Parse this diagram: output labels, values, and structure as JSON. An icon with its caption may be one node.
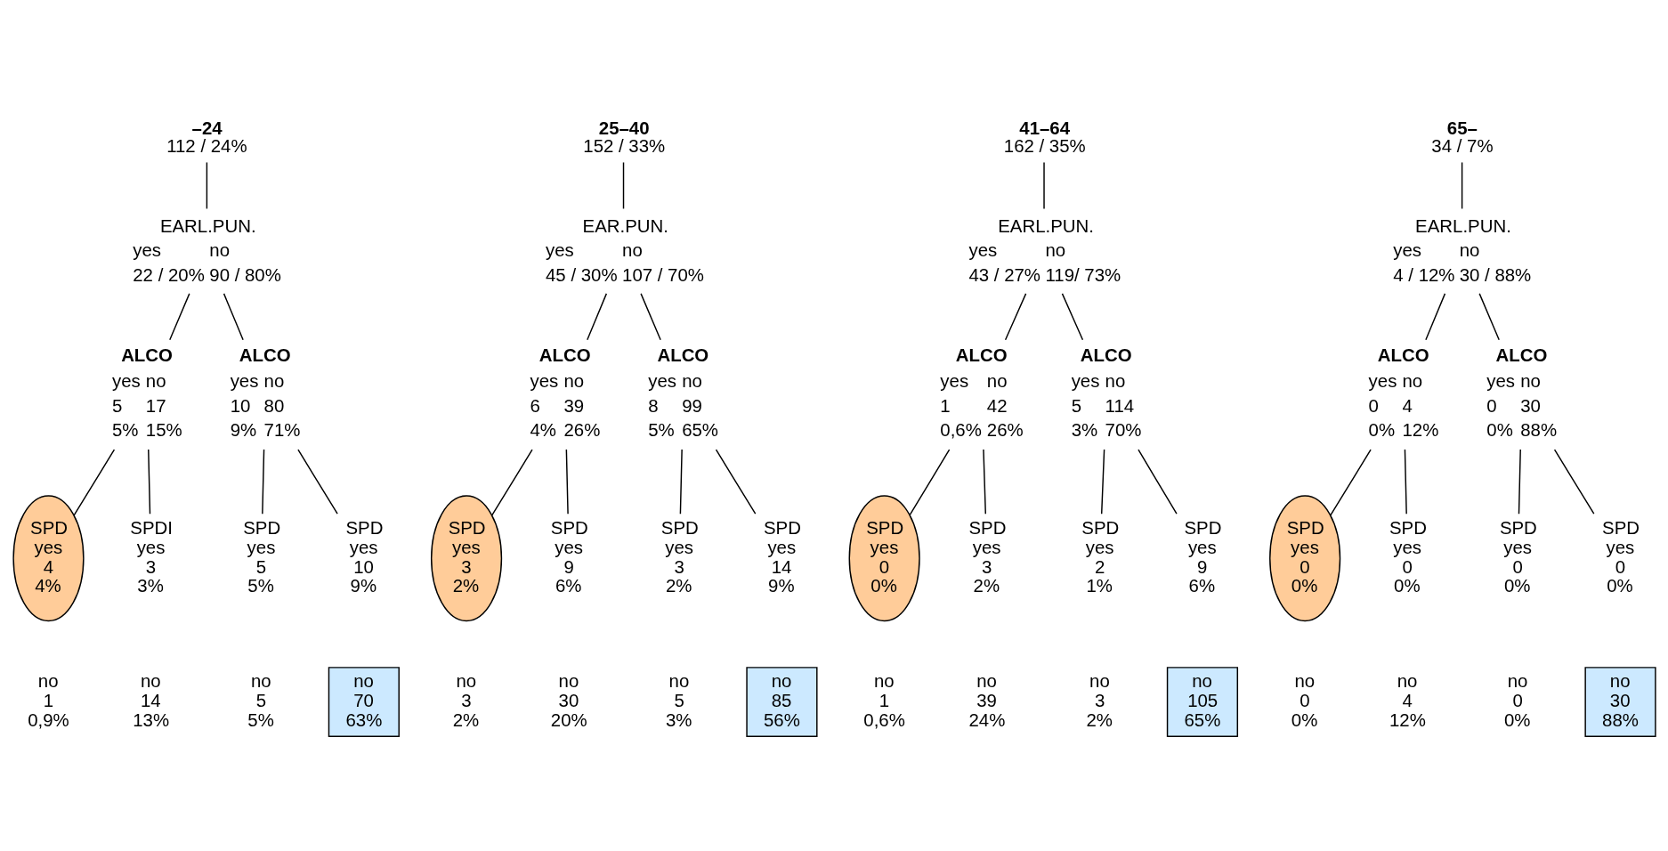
{
  "diagram": {
    "nodes": [
      {
        "text": [
          "–24",
          "112 / 24%"
        ]
      },
      {
        "text": [
          "25–40",
          "152 / 33%"
        ]
      },
      {
        "text": [
          "41–64",
          "162 / 35%"
        ]
      },
      {
        "text": [
          "65–",
          "34 / 7%"
        ]
      },
      {
        "text": [
          "EARL.PUN.",
          "yes",
          "22 / 20%",
          "no",
          "90 / 80%"
        ]
      },
      {
        "text": [
          "EAR.PUN.",
          "yes",
          "45 / 30%",
          "no",
          "107 / 70%"
        ]
      },
      {
        "text": [
          "EARL.PUN.",
          "yes",
          "43 / 27%",
          "no",
          "119/ 73%"
        ]
      },
      {
        "text": [
          "EARL.PUN.",
          "yes",
          "4 / 12%",
          "no",
          "30 / 88%"
        ]
      },
      {
        "text": [
          "ALCO",
          "yes",
          "5",
          "5%",
          "no",
          "17",
          "15%"
        ]
      },
      {
        "text": [
          "ALCO",
          "yes",
          "10",
          "9%",
          "no",
          "80",
          "71%"
        ]
      },
      {
        "text": [
          "ALCO",
          "yes",
          "6",
          "4%",
          "no",
          "39",
          "26%"
        ]
      },
      {
        "text": [
          "ALCO",
          "yes",
          "8",
          "5%",
          "no",
          "99",
          "65%"
        ]
      },
      {
        "text": [
          "ALCO",
          "yes",
          "1",
          "0,6%",
          "no",
          "42",
          "26%"
        ]
      },
      {
        "text": [
          "ALCO",
          "yes",
          "5",
          "3%",
          "no",
          "114",
          "70%"
        ]
      },
      {
        "text": [
          "ALCO",
          "yes",
          "0",
          "0%",
          "no",
          "4",
          "12%"
        ]
      },
      {
        "text": [
          "ALCO",
          "yes",
          "0",
          "0%",
          "no",
          "30",
          "88%"
        ]
      },
      {
        "text": [
          "SPD",
          "yes",
          "4",
          "4%"
        ]
      },
      {
        "text": [
          "SPDI",
          "yes",
          "3",
          "3%"
        ]
      },
      {
        "text": [
          "SPD",
          "yes",
          "5",
          "5%"
        ]
      },
      {
        "text": [
          "SPD",
          "yes",
          "10",
          "9%"
        ]
      },
      {
        "text": [
          "SPD",
          "yes",
          "3",
          "2%"
        ]
      },
      {
        "text": [
          "SPD",
          "yes",
          "9",
          "6%"
        ]
      },
      {
        "text": [
          "SPD",
          "yes",
          "3",
          "2%"
        ]
      },
      {
        "text": [
          "SPD",
          "yes",
          "14",
          "9%"
        ]
      },
      {
        "text": [
          "SPD",
          "yes",
          "0",
          "0%"
        ]
      },
      {
        "text": [
          "SPD",
          "yes",
          "3",
          "2%"
        ]
      },
      {
        "text": [
          "SPD",
          "yes",
          "2",
          "1%"
        ]
      },
      {
        "text": [
          "SPD",
          "yes",
          "9",
          "6%"
        ]
      },
      {
        "text": [
          "SPD",
          "yes",
          "0",
          "0%"
        ]
      },
      {
        "text": [
          "SPD",
          "yes",
          "0",
          "0%"
        ]
      },
      {
        "text": [
          "SPD",
          "yes",
          "0",
          "0%"
        ]
      },
      {
        "text": [
          "SPD",
          "yes",
          "0",
          "0%"
        ]
      },
      {
        "text": [
          "no",
          "1",
          "0,9%"
        ]
      },
      {
        "text": [
          "no",
          "14",
          "13%"
        ]
      },
      {
        "text": [
          "no",
          "5",
          "5%"
        ]
      },
      {
        "text": [
          "no",
          "70",
          "63%"
        ]
      },
      {
        "text": [
          "no",
          "3",
          "2%"
        ]
      },
      {
        "text": [
          "no",
          "30",
          "20%"
        ]
      },
      {
        "text": [
          "no",
          "5",
          "3%"
        ]
      },
      {
        "text": [
          "no",
          "85",
          "56%"
        ]
      },
      {
        "text": [
          "no",
          "1",
          "0,6%"
        ]
      },
      {
        "text": [
          "no",
          "39",
          "24%"
        ]
      },
      {
        "text": [
          "no",
          "3",
          "2%"
        ]
      },
      {
        "text": [
          "no",
          "105",
          "65%"
        ]
      },
      {
        "text": [
          "no",
          "0",
          "0%"
        ]
      },
      {
        "text": [
          "no",
          "4",
          "12%"
        ]
      },
      {
        "text": [
          "no",
          "0",
          "0%"
        ]
      },
      {
        "text": [
          "no",
          "30",
          "88%"
        ]
      }
    ],
    "edges": [
      {
        "from": 0,
        "to": 4,
        "arrow": "none"
      },
      {
        "from": 1,
        "to": 5,
        "arrow": "none"
      },
      {
        "from": 2,
        "to": 6,
        "arrow": "none"
      },
      {
        "from": 3,
        "to": 7,
        "arrow": "none"
      },
      {
        "from": 4,
        "to": 8,
        "arrow": "none"
      },
      {
        "from": 4,
        "to": 9,
        "arrow": "none"
      },
      {
        "from": 5,
        "to": 10,
        "arrow": "none"
      },
      {
        "from": 5,
        "to": 11,
        "arrow": "none"
      },
      {
        "from": 6,
        "to": 12,
        "arrow": "none"
      },
      {
        "from": 6,
        "to": 13,
        "arrow": "none"
      },
      {
        "from": 7,
        "to": 14,
        "arrow": "none"
      },
      {
        "from": 7,
        "to": 15,
        "arrow": "none"
      },
      {
        "from": 8,
        "to": 16,
        "arrow": "none"
      },
      {
        "from": 8,
        "to": 17,
        "arrow": "none"
      },
      {
        "from": 9,
        "to": 18,
        "arrow": "none"
      },
      {
        "from": 9,
        "to": 19,
        "arrow": "none"
      },
      {
        "from": 10,
        "to": 20,
        "arrow": "none"
      },
      {
        "from": 10,
        "to": 21,
        "arrow": "none"
      },
      {
        "from": 11,
        "to": 22,
        "arrow": "none"
      },
      {
        "from": 11,
        "to": 23,
        "arrow": "none"
      },
      {
        "from": 12,
        "to": 24,
        "arrow": "none"
      },
      {
        "from": 12,
        "to": 25,
        "arrow": "none"
      },
      {
        "from": 13,
        "to": 26,
        "arrow": "none"
      },
      {
        "from": 13,
        "to": 27,
        "arrow": "none"
      },
      {
        "from": 14,
        "to": 28,
        "arrow": "none"
      },
      {
        "from": 14,
        "to": 29,
        "arrow": "none"
      },
      {
        "from": 15,
        "to": 30,
        "arrow": "none"
      },
      {
        "from": 15,
        "to": 31,
        "arrow": "none"
      }
    ]
  }
}
